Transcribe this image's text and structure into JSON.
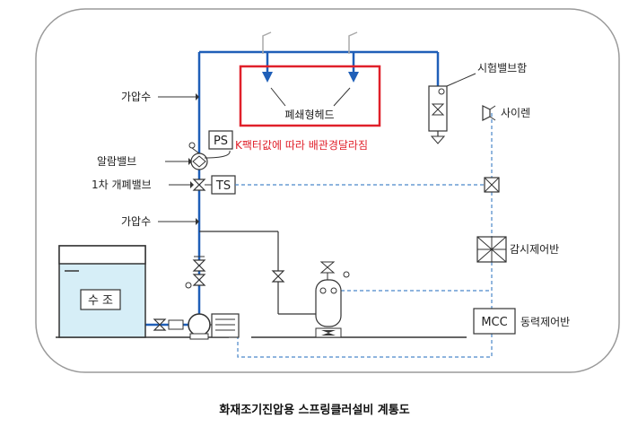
{
  "caption": "화재조기진압용 스프링클러설비 계통도",
  "labels": {
    "pressurized_water_top": "가압수",
    "pressurized_water_mid": "가압수",
    "closed_head": "폐쇄형헤드",
    "k_factor_note": "K팩터값에 따라 배관경달라짐",
    "test_valve_box": "시험밸브함",
    "siren": "사이렌",
    "alarm_valve": "알람밸브",
    "primary_valve": "1차 개폐밸브",
    "pressure_switch": "PS",
    "tamper_switch": "TS",
    "monitoring_panel": "감시제어반",
    "power_panel_box": "MCC",
    "power_panel": "동력제어반",
    "water_tank": "수 조"
  },
  "colors": {
    "water_pipe": "#1f5fb8",
    "signal_line": "#4a87c9",
    "highlight": "#e0202a",
    "tank_fill": "#d6eef7",
    "line": "#333333"
  }
}
